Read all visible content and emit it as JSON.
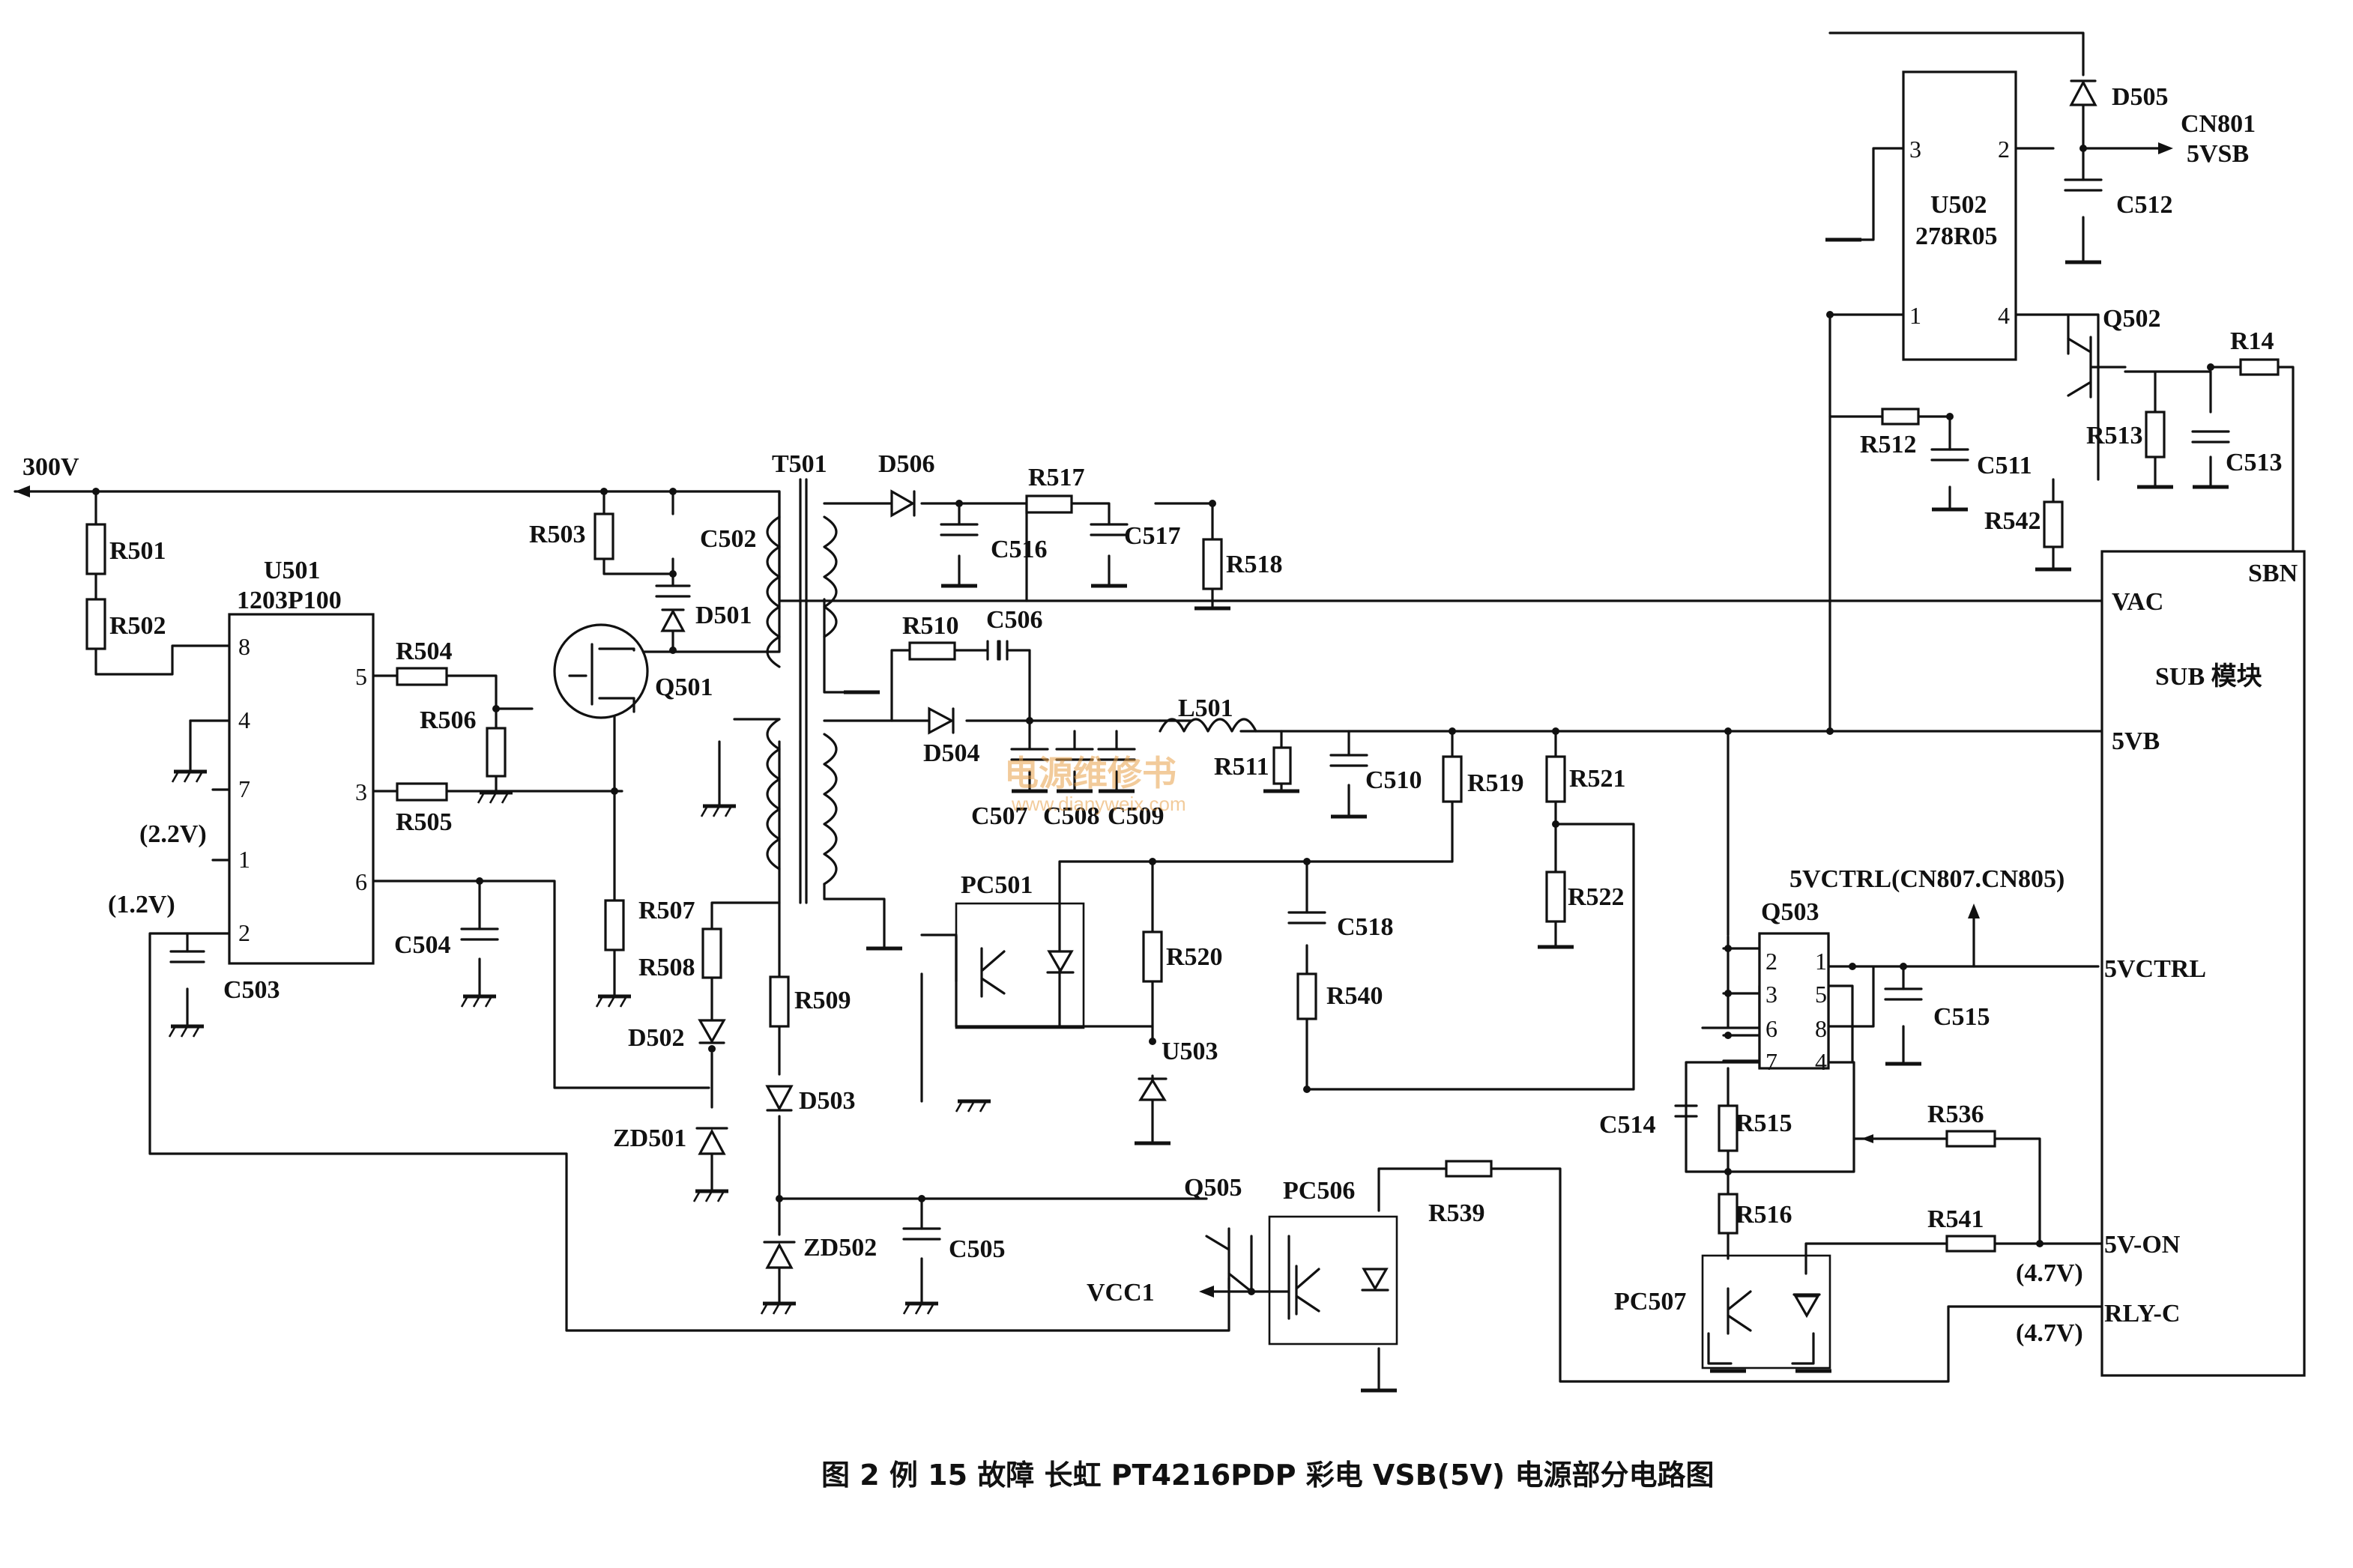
{
  "caption": "图 2  例 15 故障  长虹 PT4216PDP 彩电 VSB(5V) 电源部分电路图",
  "input": {
    "voltage": "300V"
  },
  "components": {
    "u501": {
      "ref": "U501",
      "part": "1203P100",
      "pins": [
        "8",
        "4",
        "7",
        "1",
        "2",
        "5",
        "3",
        "6"
      ]
    },
    "u502": {
      "ref": "U502",
      "part": "278R05",
      "pins": [
        "3",
        "2",
        "1",
        "4"
      ]
    },
    "q503": {
      "ref": "Q503",
      "pins": [
        "2",
        "3",
        "6",
        "7",
        "1",
        "5",
        "8",
        "4"
      ]
    },
    "sub": {
      "title": "SUB 模块",
      "pins": [
        "SBN",
        "VAC",
        "5VB",
        "5VCTRL",
        "5V-ON",
        "RLY-C"
      ]
    },
    "t501": "T501",
    "q501": "Q501",
    "q502": "Q502",
    "q505": "Q505",
    "pc501": "PC501",
    "pc506": "PC506",
    "pc507": "PC507",
    "u503": "U503",
    "l501": "L501",
    "resistors": [
      "R501",
      "R502",
      "R503",
      "R504",
      "R505",
      "R506",
      "R507",
      "R508",
      "R509",
      "R510",
      "R511",
      "R512",
      "R513",
      "R14",
      "R515",
      "R516",
      "R517",
      "R518",
      "R519",
      "R520",
      "R521",
      "R522",
      "R536",
      "R539",
      "R540",
      "R541",
      "R542"
    ],
    "capacitors": [
      "C502",
      "C503",
      "C504",
      "C505",
      "C506",
      "C507",
      "C508",
      "C509",
      "C510",
      "C511",
      "C512",
      "C513",
      "C514",
      "C515",
      "C516",
      "C517",
      "C518"
    ],
    "diodes": [
      "D501",
      "D502",
      "D503",
      "D504",
      "D505",
      "D506",
      "ZD501",
      "ZD502"
    ]
  },
  "nets": {
    "cn801": "CN801",
    "vsb": "5VSB",
    "vcc1": "VCC1",
    "vctrl": "5VCTRL(CN807.CN805)",
    "v22": "(2.2V)",
    "v12": "(1.2V)",
    "v47a": "(4.7V)",
    "v47b": "(4.7V)"
  },
  "watermark": {
    "main": "电源维修书",
    "sub": "www.dianyweix.com"
  }
}
